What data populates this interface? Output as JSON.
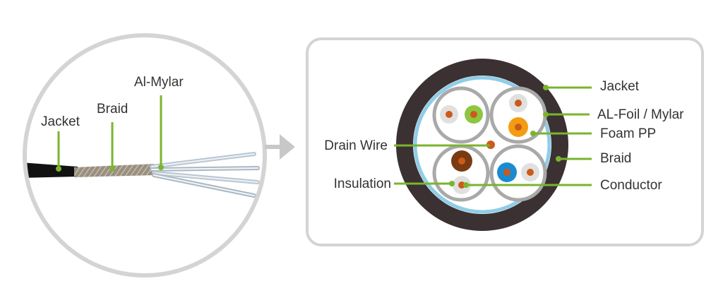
{
  "colors": {
    "outline": "#c8c8c8",
    "leader": "#7ab42c",
    "jacket": "#3b3132",
    "braid": "#8fcde8",
    "pair_ring": "#a9a9a9",
    "pair_fill": "#e8e8e8",
    "copper": "#cc5a1a",
    "insulation_white": "#d8d8d8",
    "insulation_green": "#8dc63f",
    "insulation_orange": "#f39c12",
    "insulation_brown": "#7a3a12",
    "insulation_blue": "#1a8bd0",
    "label_text": "#333333"
  },
  "left_view": {
    "labels": {
      "jacket": "Jacket",
      "braid": "Braid",
      "al_mylar": "Al-Mylar"
    }
  },
  "cross_section": {
    "labels_right": {
      "jacket": "Jacket",
      "al_foil": "AL-Foil / Mylar",
      "foam_pp": "Foam PP",
      "braid": "Braid",
      "conductor": "Conductor"
    },
    "labels_left": {
      "drain_wire": "Drain Wire",
      "insulation": "Insulation"
    }
  }
}
